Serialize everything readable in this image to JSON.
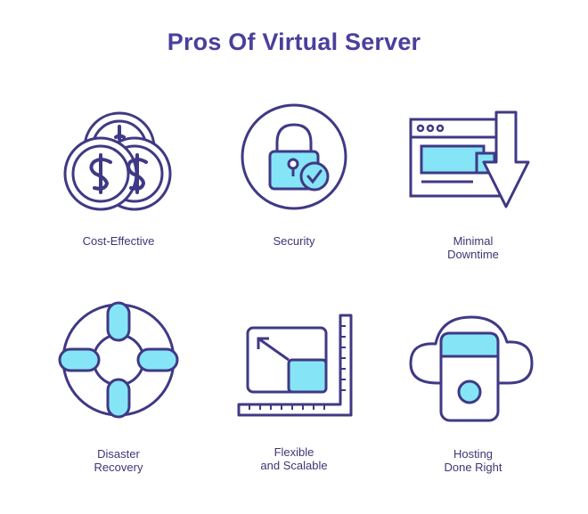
{
  "title": "Pros Of Virtual Server",
  "colors": {
    "stroke": "#3f3985",
    "accent": "#86e4f7",
    "title": "#4a3f9c",
    "fill": "#ffffff"
  },
  "items": [
    {
      "icon": "coins-icon",
      "label": "Cost-Effective"
    },
    {
      "icon": "padlock-check-icon",
      "label": "Security"
    },
    {
      "icon": "browser-window-down-arrow-icon",
      "label": "Minimal\nDowntime"
    },
    {
      "icon": "lifebuoy-icon",
      "label": "Disaster\nRecovery"
    },
    {
      "icon": "resize-ruler-icon",
      "label": "Flexible\nand Scalable"
    },
    {
      "icon": "cloud-server-icon",
      "label": "Hosting\nDone Right"
    }
  ]
}
